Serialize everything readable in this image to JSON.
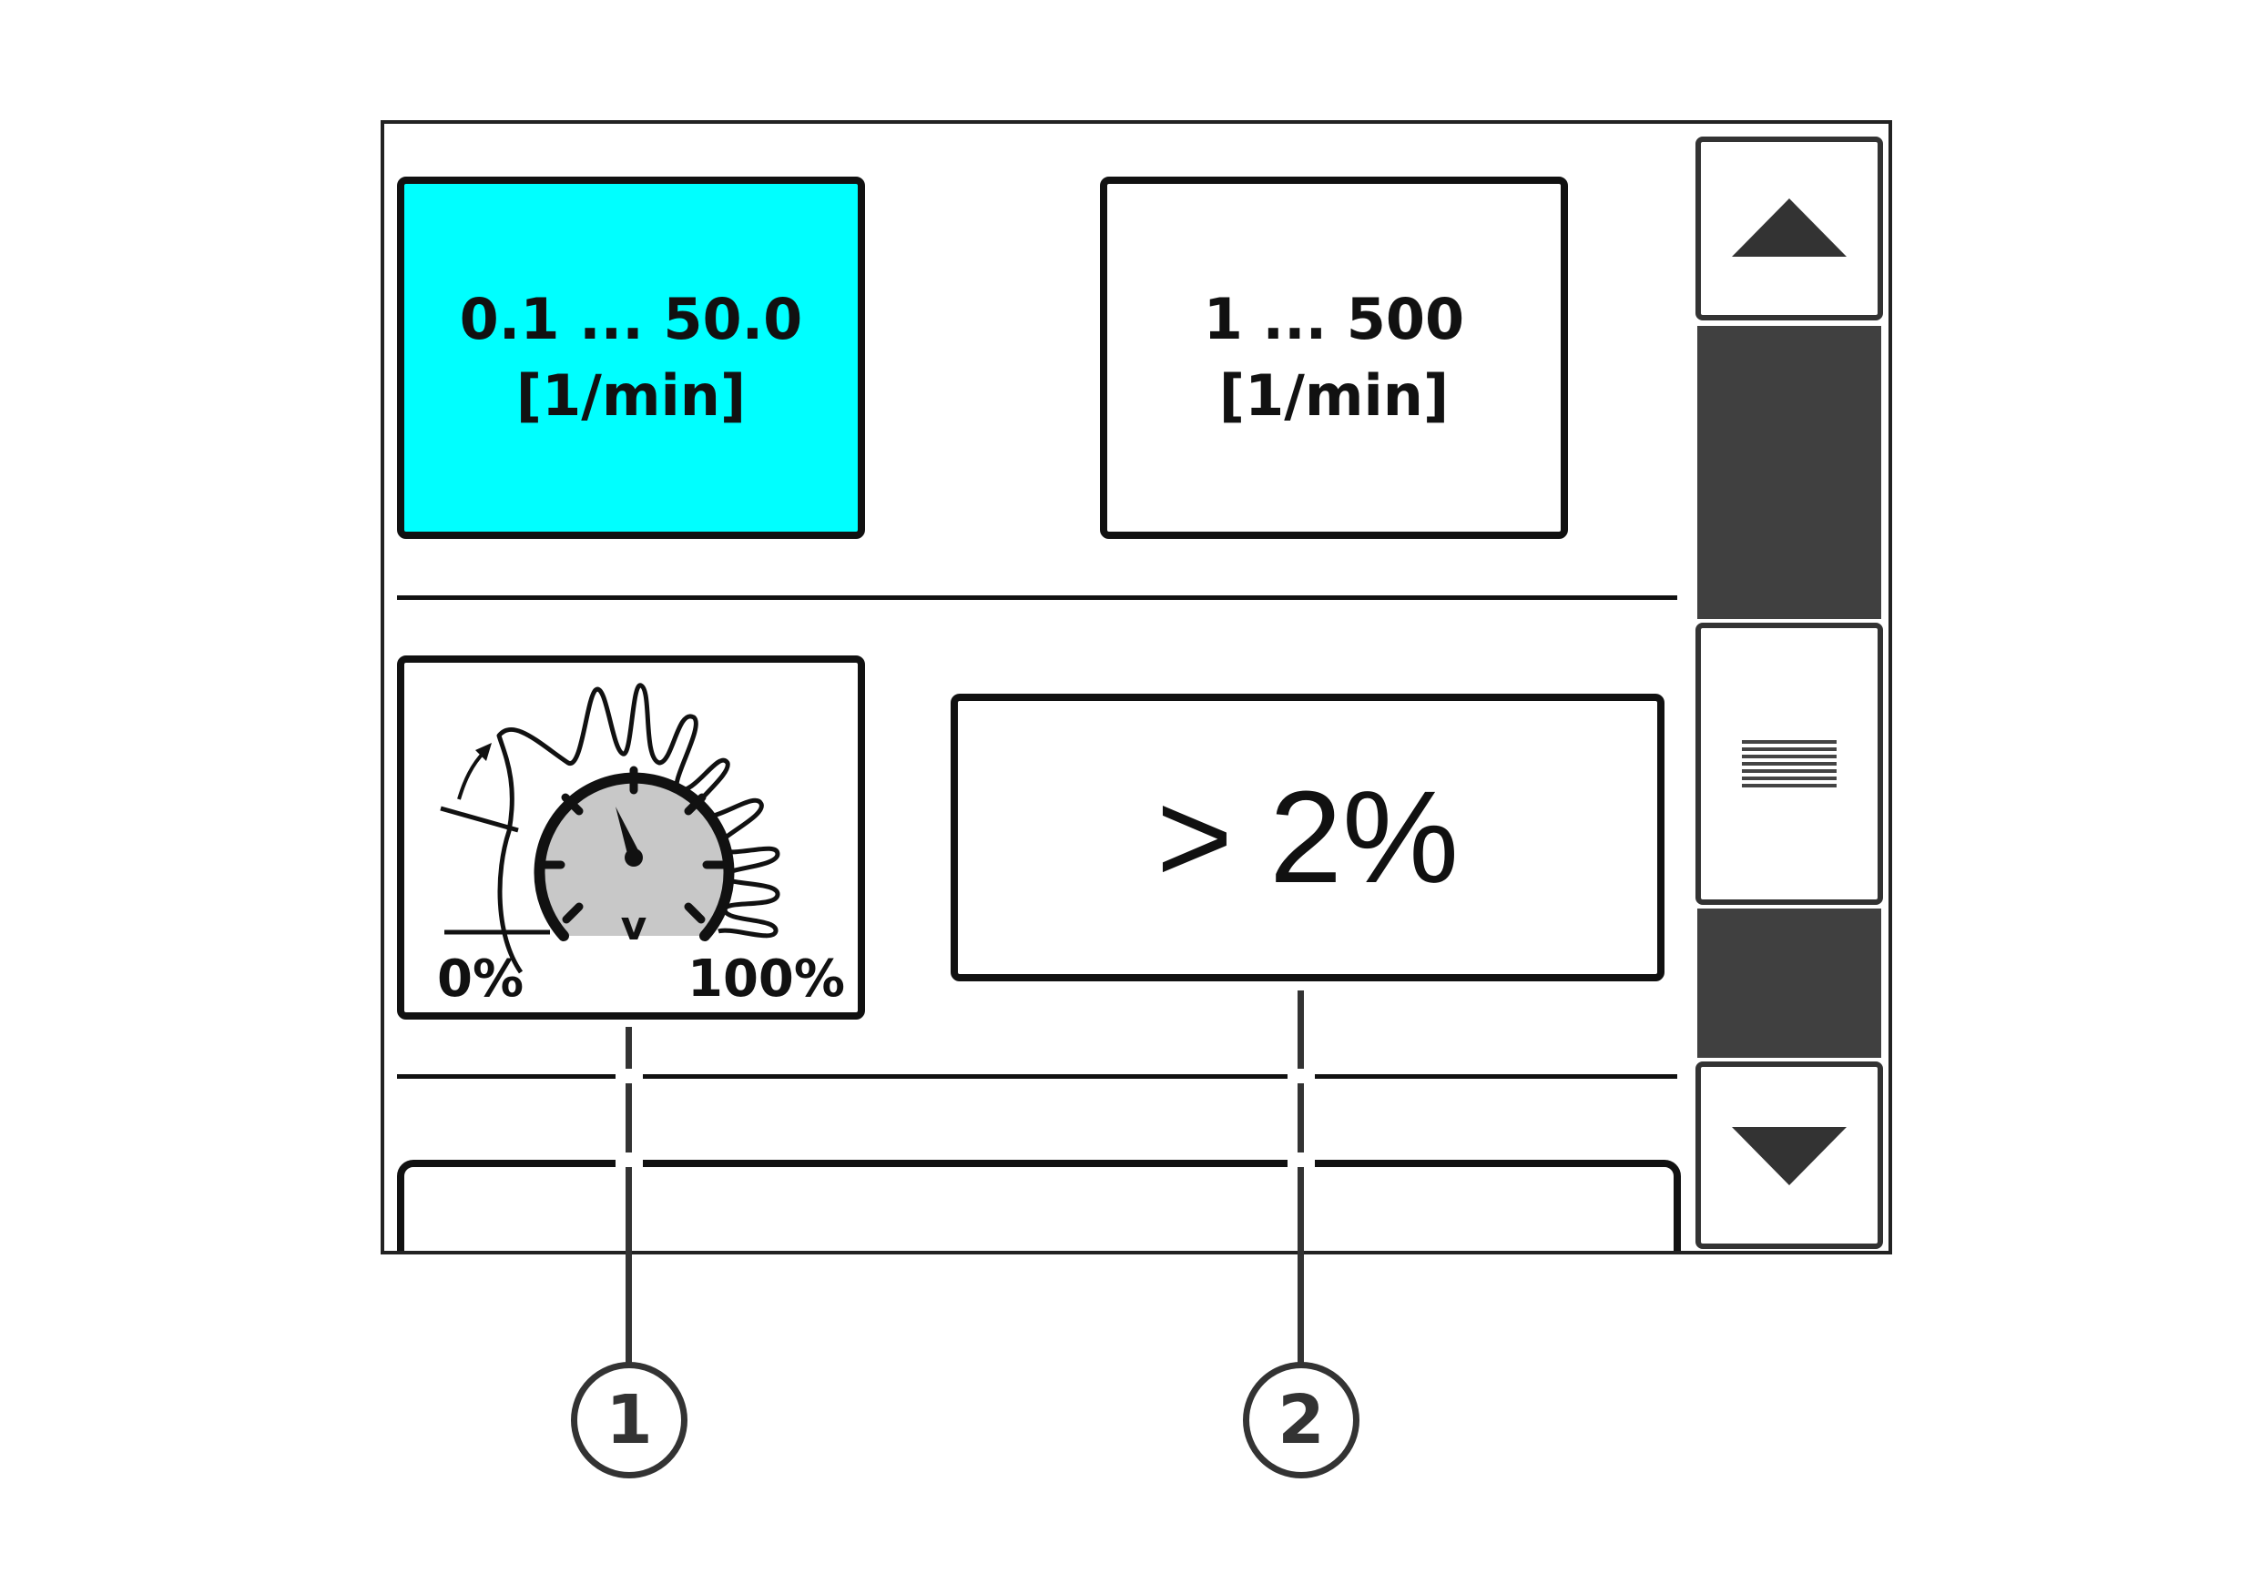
{
  "tiles": {
    "slow_range": {
      "line1": "0.1 ... 50.0",
      "line2": "[1/min]",
      "selected": true,
      "color": "#00ffff"
    },
    "fast_range": {
      "line1": "1 ... 500",
      "line2": "[1/min]",
      "selected": false
    }
  },
  "gauge_tile": {
    "icon": "speedometer-icon",
    "dial_letter": "v",
    "min_label": "0%",
    "max_label": "100%"
  },
  "threshold_field": {
    "value": "> 2%"
  },
  "scrollbar": {
    "up_icon": "triangle-up-icon",
    "down_icon": "triangle-down-icon",
    "thumb_icon": "grip-lines-icon",
    "track_color": "#404040"
  },
  "callouts": [
    {
      "number": "1"
    },
    {
      "number": "2"
    }
  ]
}
